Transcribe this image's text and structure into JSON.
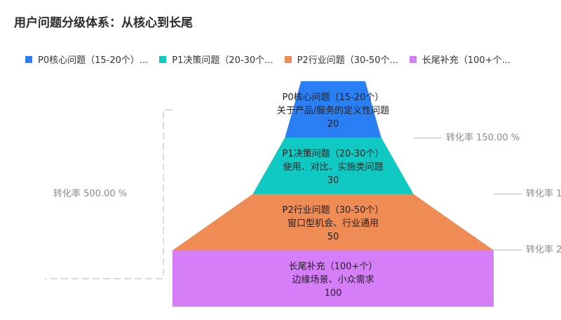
{
  "chart_data": {
    "type": "funnel",
    "title": "用户问题分级体系：从核心到长尾",
    "legend_position": "top",
    "stages": [
      {
        "name": "P0核心问题（15-20个）",
        "legend": "P0核心问题（15-20个）...",
        "desc": "关于产品/服务的定义性问题",
        "value": 20,
        "color": "#2b7ff5"
      },
      {
        "name": "P1决策问题（20-30个）",
        "legend": "P1决策问题（20-30个...",
        "desc": "使用、对比、实施类问题",
        "value": 30,
        "color": "#10c9c3"
      },
      {
        "name": "P2行业问题（30-50个）",
        "legend": "P2行业问题（30-50个...",
        "desc": "窗口型机会、行业通用",
        "value": 50,
        "color": "#ef8b55"
      },
      {
        "name": "长尾补充（100+个）",
        "legend": "长尾补充（100+个...",
        "desc": "边缘场景、小众需求",
        "value": 100,
        "color": "#d57ef7"
      }
    ],
    "conversions": [
      {
        "text": "转化率 150.00 %"
      },
      {
        "text": "转化率 1"
      },
      {
        "text": "转化率 2"
      },
      {
        "text": "转化率 500.00 %"
      }
    ]
  }
}
